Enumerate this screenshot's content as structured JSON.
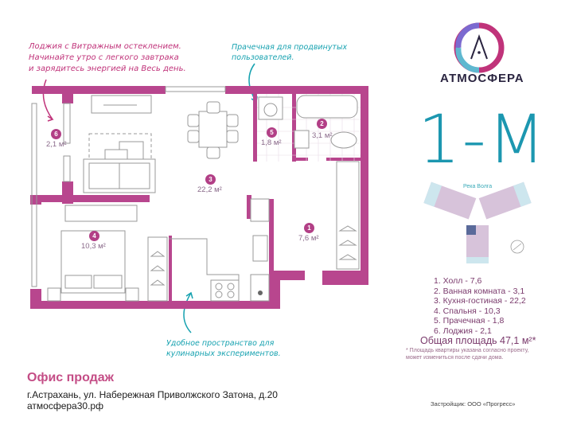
{
  "notes": {
    "loggia": [
      "Лоджия с Витражным остеклением.",
      "Начинайте утро с легкого завтрака",
      "и зарядитесь энергией на Весь день."
    ],
    "laundry": [
      "Прачечная для продвинутых",
      "пользователей."
    ],
    "kitchen": [
      "Удобное пространство для",
      "кулинарных экспериментов."
    ]
  },
  "rooms": [
    {
      "num": "1",
      "area": "7,6 м²"
    },
    {
      "num": "2",
      "area": "3,1 м²"
    },
    {
      "num": "3",
      "area": "22,2 м²"
    },
    {
      "num": "4",
      "area": "10,3 м²"
    },
    {
      "num": "5",
      "area": "1,8 м²"
    },
    {
      "num": "6",
      "area": "2,1 м²"
    }
  ],
  "brand": {
    "logo_letter": "A",
    "name": "АТМОСФЕРА"
  },
  "apartment": {
    "type": "1-М"
  },
  "site_plan": {
    "river_label": "Река Волга"
  },
  "legend": {
    "items": [
      "1. Холл - 7,6",
      "2. Ванная комната - 3,1",
      "3. Кухня-гостиная - 22,2",
      "4. Спальня - 10,3",
      "5. Прачечная - 1,8",
      "6. Лоджия - 2,1"
    ],
    "total": "Общая площадь 47,1 м²*",
    "footnote": [
      "* Площадь квартиры указана согласно проекту,",
      "может измениться после сдачи дома."
    ]
  },
  "office": {
    "title": "Офис продаж",
    "address": "г.Астрахань, ул. Набережная Приволжского Затона, д.20",
    "website": "атмосфера30.рф"
  },
  "developer": "Застройщик: ООО «Прогресс»",
  "colors": {
    "wall": "#b8468e",
    "accent_teal": "#1c97b0",
    "accent_pink": "#c0337a"
  }
}
